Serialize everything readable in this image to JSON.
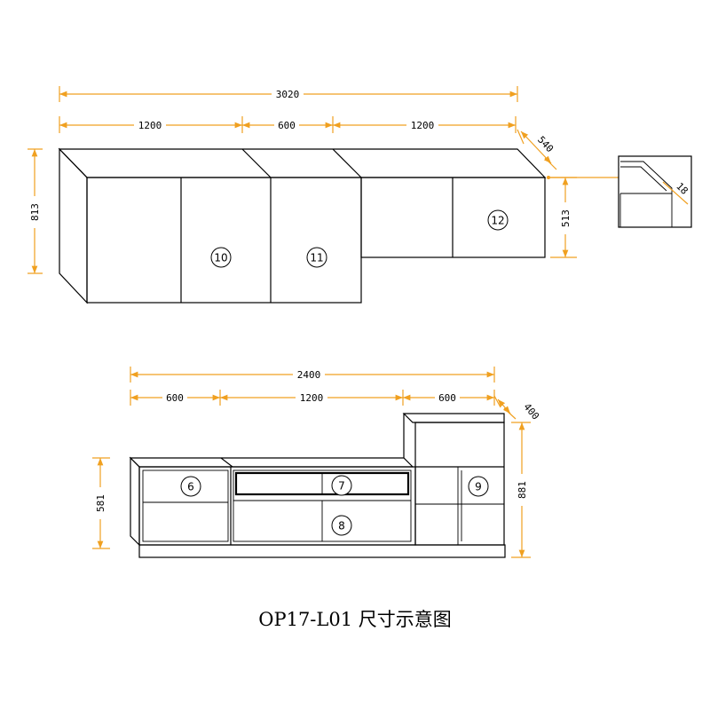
{
  "caption": "OP17-L01 尺寸示意图",
  "top_cabinet": {
    "dims": {
      "total_width": "3020",
      "seg1": "1200",
      "seg2": "600",
      "seg3": "1200",
      "depth": "540",
      "height_left": "813",
      "height_right": "513",
      "detail_thickness": "18"
    },
    "markers": [
      "10",
      "11",
      "12"
    ]
  },
  "bottom_cabinet": {
    "dims": {
      "total_width": "2400",
      "seg1": "600",
      "seg2": "1200",
      "seg3": "600",
      "depth": "400",
      "height_left": "581",
      "height_right": "881"
    },
    "markers": [
      "6",
      "7",
      "8",
      "9"
    ]
  }
}
